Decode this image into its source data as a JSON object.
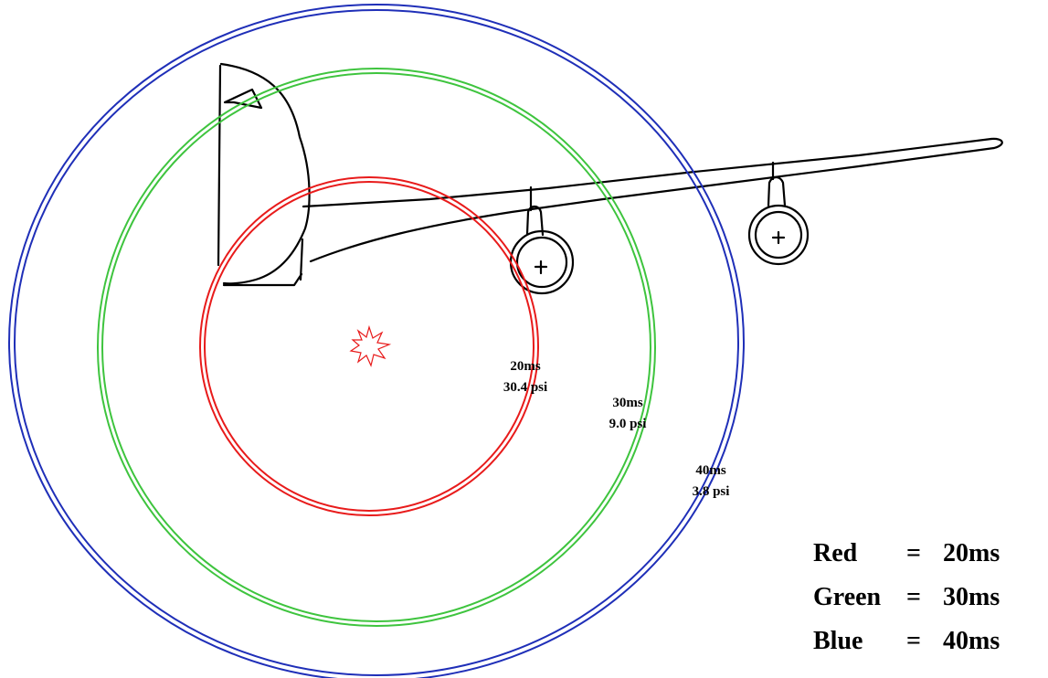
{
  "rings": [
    {
      "color_name": "Red",
      "color": "#e81b1b",
      "time": "20ms",
      "pressure": "30.4 psi"
    },
    {
      "color_name": "Green",
      "color": "#3ec43e",
      "time": "30ms",
      "pressure": "9.0 psi"
    },
    {
      "color_name": "Blue",
      "color": "#1f2fb8",
      "time": "40ms",
      "pressure": "3.8 psi"
    }
  ],
  "legend": {
    "equals": "=",
    "rows": [
      {
        "name": "Red",
        "value": "20ms"
      },
      {
        "name": "Green",
        "value": "30ms"
      },
      {
        "name": "Blue",
        "value": "40ms"
      }
    ]
  },
  "icons": {
    "explosion": "explosion-burst-icon"
  }
}
